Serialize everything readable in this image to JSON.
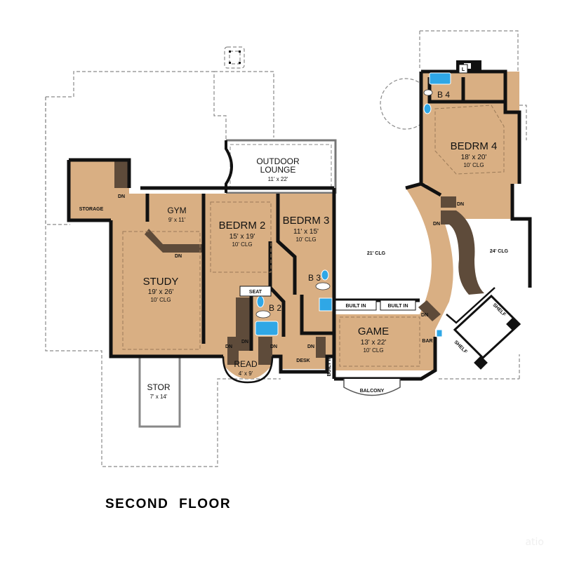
{
  "plan": {
    "title": "SECOND FLOOR",
    "colors": {
      "floor": "#D9AF83",
      "wall": "#111111",
      "stair": "#5E4B3A",
      "fixture": "#2FA7E6",
      "dashed": "#8a8a8a"
    },
    "rooms": {
      "storage": {
        "name": "STORAGE"
      },
      "gym": {
        "name": "GYM",
        "dim": "9' x 11'"
      },
      "study": {
        "name": "STUDY",
        "dim": "19' x 26'",
        "clg": "10' CLG"
      },
      "bedrm2": {
        "name": "BEDRM 2",
        "dim": "15' x 19'",
        "clg": "10' CLG"
      },
      "bedrm3": {
        "name": "BEDRM 3",
        "dim": "11' x 15'",
        "clg": "10' CLG"
      },
      "bedrm4": {
        "name": "BEDRM 4",
        "dim": "18' x 20'",
        "clg": "10' CLG"
      },
      "outdoor_lounge": {
        "name1": "OUTDOOR",
        "name2": "LOUNGE",
        "dim": "11' x 22'"
      },
      "game": {
        "name": "GAME",
        "dim": "13' x 22'",
        "clg": "10' CLG"
      },
      "read": {
        "name": "READ",
        "dim": "4' x 9'"
      },
      "stor": {
        "name": "STOR",
        "dim": "7' x 14'"
      },
      "b2": {
        "name": "B 2"
      },
      "b3": {
        "name": "B 3"
      },
      "b4": {
        "name": "B 4"
      },
      "open21": {
        "clg": "21' CLG"
      },
      "open24": {
        "clg": "24' CLG"
      }
    },
    "labels": {
      "seat": "SEAT",
      "desk": "DESK",
      "bar": "BAR",
      "balcony": "BALCONY",
      "built_in": "BUILT IN",
      "shelf": "SHELF",
      "dn": "DN",
      "l": "L"
    },
    "watermark": "atio"
  }
}
